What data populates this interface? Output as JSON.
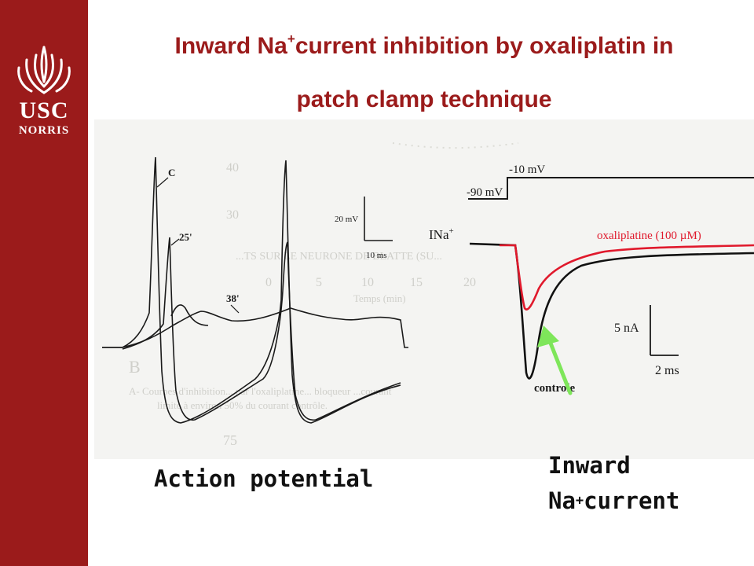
{
  "branding": {
    "logo_line1": "USC",
    "logo_line2": "NORRIS",
    "sidebar_color": "#9b1b1b"
  },
  "title": {
    "line1_pre": "Inward Na",
    "line1_sup": "+",
    "line1_post": "current inhibition by oxaliplatin in",
    "line2": "patch clamp technique",
    "color": "#9b1b1b"
  },
  "figure_left": {
    "trace_labels": [
      "C",
      "25'",
      "38'"
    ],
    "scale_bar_voltage": "20 mV",
    "scale_bar_time": "10 ms"
  },
  "figure_right": {
    "protocol_label_high": "-10 mV",
    "protocol_label_low": "-90 mV",
    "current_axis_label": "INa",
    "current_axis_sup": "+",
    "series": [
      {
        "name": "oxaliplatine (100 µM)",
        "color": "#e0192c"
      },
      {
        "name": "controle",
        "color": "#111111"
      }
    ],
    "scale_bar_current": "5 nA",
    "scale_bar_time": "2 ms",
    "arrow_color": "#7ee65a"
  },
  "background_text": {
    "ticks_y": [
      "40",
      "30"
    ],
    "ticks_x": [
      "0",
      "5",
      "10",
      "15",
      "20"
    ],
    "xlabel": "Temps (min)",
    "header_fragment": "...TS SUR LE NEURONE DE BLATTE (SU...",
    "panel_letter": "B",
    "legend_line1": "A- Courbes d'inhibition... par l'oxaliplatine... bloqueur ...courant",
    "legend_line2": "limite à environ 50% du courant contrôle.",
    "tick_75": "75"
  },
  "captions": {
    "action_potential": "Action potential",
    "inward_line1": "Inward",
    "inward_line2_pre": "Na",
    "inward_line2_sup": "+",
    "inward_line2_post": "current"
  }
}
